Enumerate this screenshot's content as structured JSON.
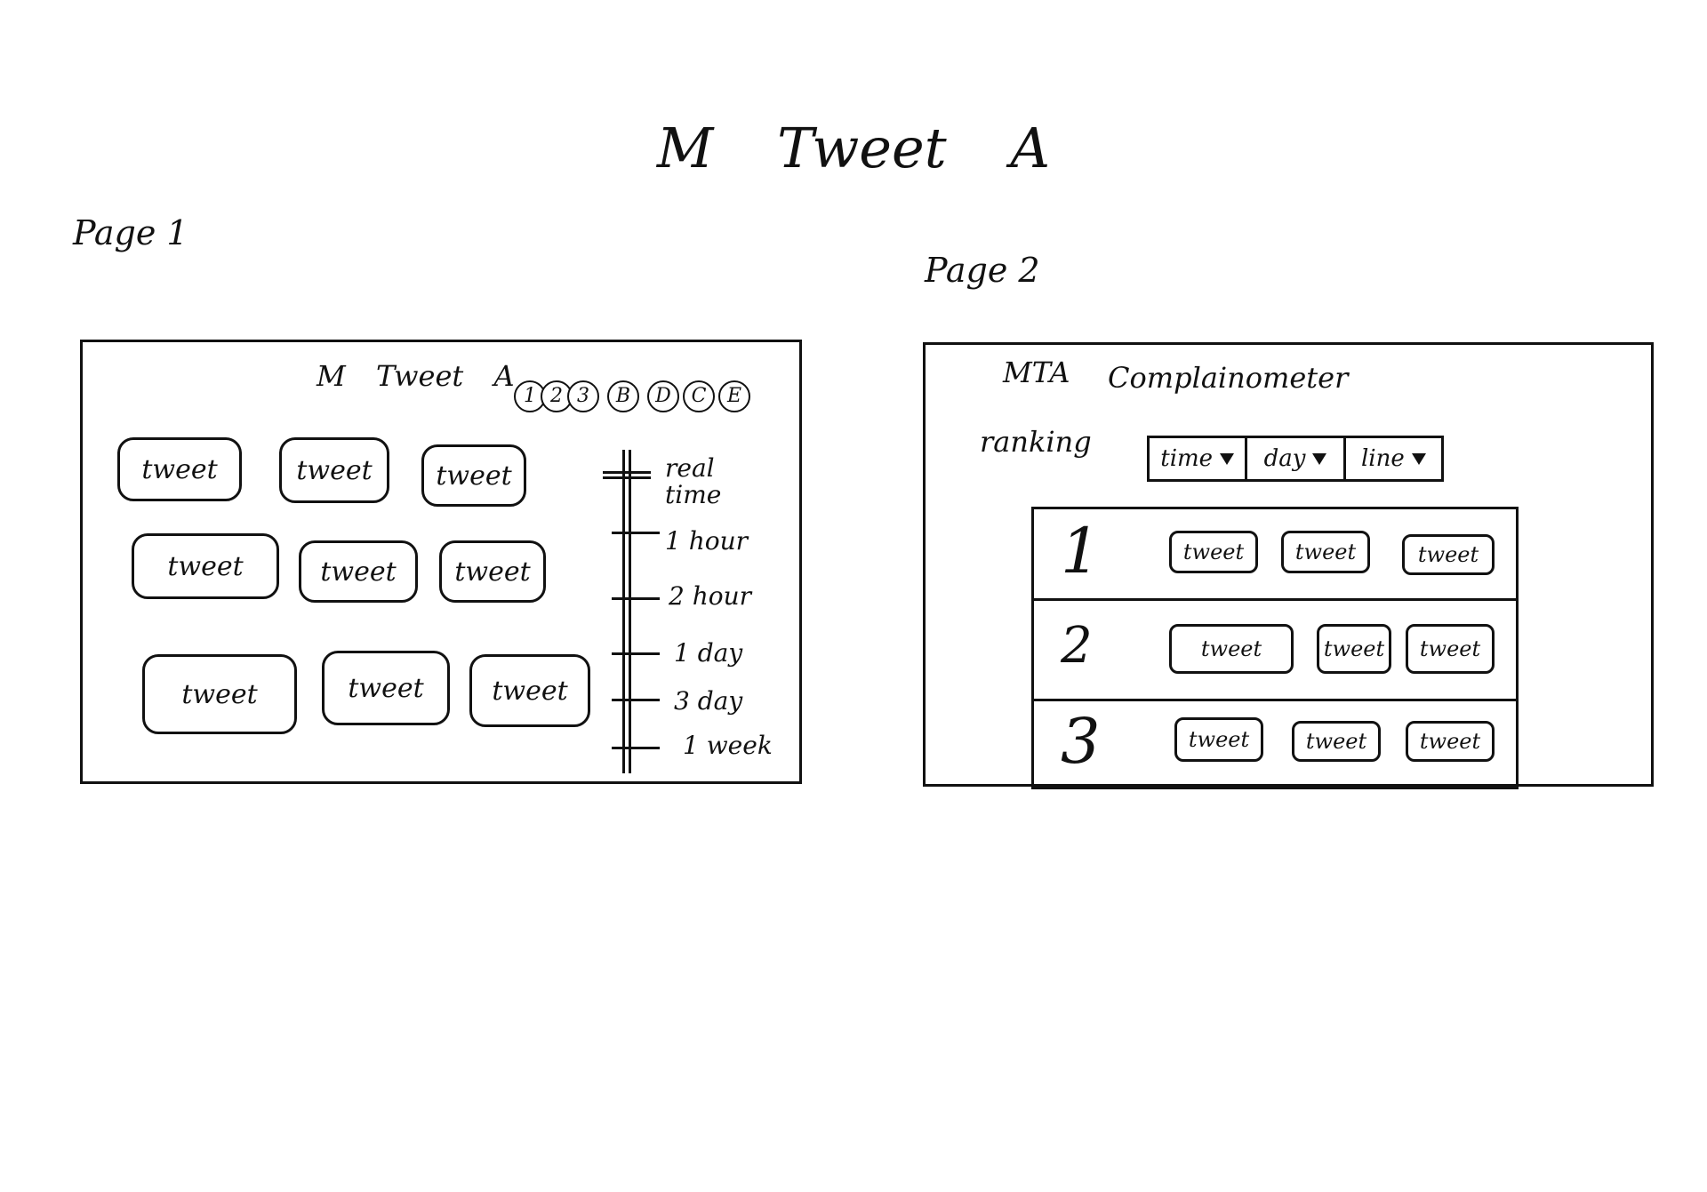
{
  "title": {
    "left": "M",
    "middle": "Tweet",
    "right": "A"
  },
  "page1": {
    "label": "Page 1",
    "header": {
      "left": "M",
      "middle": "Tweet",
      "right": "A"
    },
    "routes": [
      "1",
      "2",
      "3",
      "B",
      "D",
      "C",
      "E"
    ],
    "tweets": [
      "tweet",
      "tweet",
      "tweet",
      "tweet",
      "tweet",
      "tweet",
      "tweet",
      "tweet",
      "tweet"
    ],
    "time_options": [
      "real time",
      "1 hour",
      "2 hour",
      "1 day",
      "3 day",
      "1 week"
    ]
  },
  "page2": {
    "label": "Page 2",
    "brand": "MTA",
    "title": "Complainometer",
    "ranking_label": "ranking",
    "filters": [
      {
        "label": "time",
        "icon": "triangle-down-icon"
      },
      {
        "label": "day",
        "icon": "triangle-down-icon"
      },
      {
        "label": "line",
        "icon": "triangle-down-icon"
      }
    ],
    "rows": [
      {
        "rank": "1",
        "tweets": [
          "tweet",
          "tweet",
          "tweet"
        ]
      },
      {
        "rank": "2",
        "tweets": [
          "tweet",
          "tweet",
          "tweet"
        ]
      },
      {
        "rank": "3",
        "tweets": [
          "tweet",
          "tweet",
          "tweet"
        ]
      }
    ]
  }
}
